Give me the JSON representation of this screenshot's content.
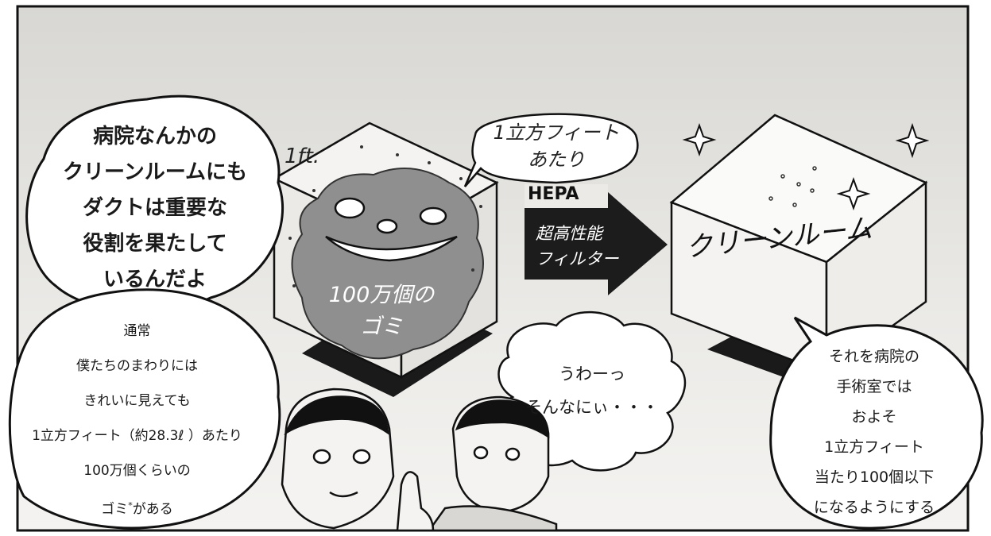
{
  "speech_main": {
    "lines": [
      "病院なんかの",
      "クリーンルームにも",
      "ダクトは重要な",
      "役割を果たして",
      "いるんだよ"
    ]
  },
  "speech_sub": {
    "lines": [
      "通常",
      "僕たちのまわりには",
      "きれいに見えても",
      "1立方フィート（約28.3ℓ ）あたり",
      "100万個くらいの"
    ],
    "last_line_prefix": "ゴミ",
    "last_line_mark": "*",
    "last_line_suffix": "がある"
  },
  "speech_small": {
    "lines": [
      "1立方フィート",
      "あたり"
    ]
  },
  "speech_reaction": {
    "lines": [
      "うわーっ",
      "そんなにぃ・・・"
    ]
  },
  "speech_right": {
    "lines": [
      "それを病院の",
      "手術室では",
      "およそ",
      "1立方フィート",
      "当たり100個以下",
      "になるようにする"
    ]
  },
  "cube_left": {
    "size_label": "1ft.",
    "dust_lines": [
      "100万個の",
      "ゴミ"
    ]
  },
  "arrow": {
    "label": "HEPA",
    "lines": [
      "超高性能",
      "フィルター"
    ]
  },
  "cube_right": {
    "label": "クリーンルーム"
  },
  "colors": {
    "ink": "#1a1a1a",
    "screen_tone": "#e6e5e2",
    "dust": "#8f8f8f",
    "arrow": "#1c1c1c"
  }
}
